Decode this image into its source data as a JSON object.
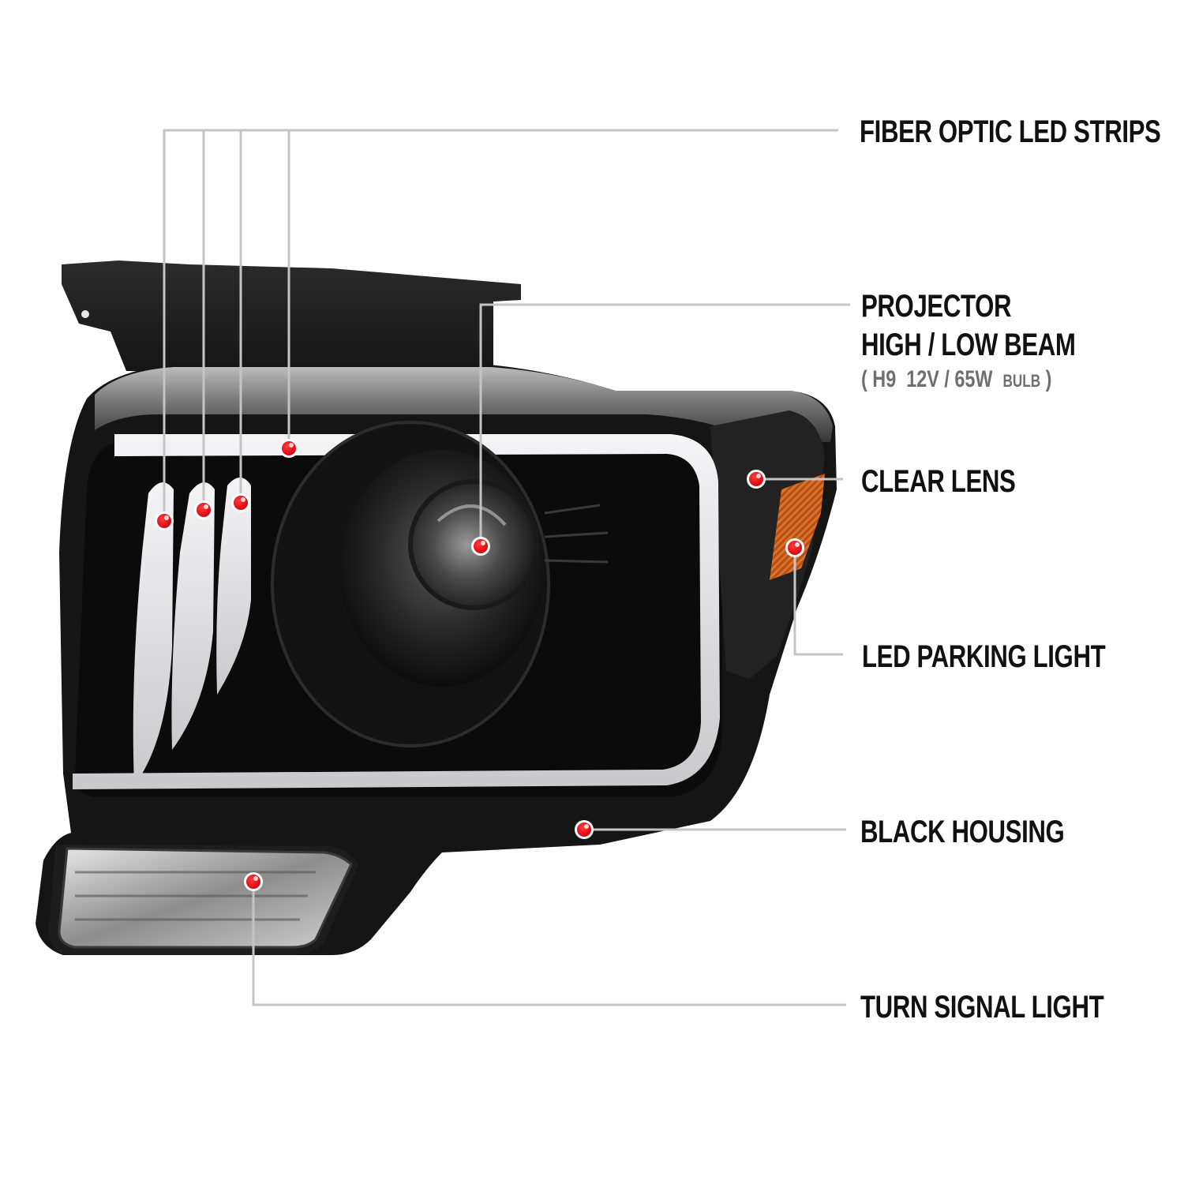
{
  "diagram": {
    "subject": "Black housing projector headlight with fiber optic LED strips",
    "accent_colors": {
      "callout_dot": "#e8000e",
      "callout_line": "#c4c4c4",
      "label_text": "#111111",
      "spec_text": "#6f6f6f",
      "amber_reflector": "#c0561a"
    },
    "callouts": [
      {
        "id": "fiber",
        "label": "FIBER OPTIC LED STRIPS"
      },
      {
        "id": "projector",
        "label_line1": "PROJECTOR",
        "label_line2": "HIGH / LOW BEAM",
        "spec": {
          "open": "(",
          "bulb_type": "H9",
          "rating": "12V / 65W",
          "unit": "BULB",
          "close": ")"
        }
      },
      {
        "id": "lens",
        "label": "CLEAR LENS"
      },
      {
        "id": "parking",
        "label": "LED PARKING LIGHT"
      },
      {
        "id": "housing",
        "label": "BLACK HOUSING"
      },
      {
        "id": "turn",
        "label": "TURN SIGNAL LIGHT"
      }
    ]
  }
}
